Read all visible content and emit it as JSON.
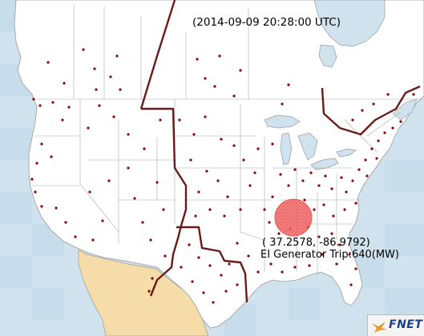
{
  "timestamp": "(2014-09-09 20:28:00 UTC)",
  "event": {
    "coordinates": "( 37.2578, -86.9792)",
    "description": "EI Generator Trip:640(MW)"
  },
  "logo": {
    "text": "FNET"
  },
  "colors": {
    "water": "#cfe2ee",
    "land": "#ffffff",
    "mexico": "#f5dca8",
    "borders": "#9a9a9a",
    "interconnection_lines": "#6b1a1a",
    "monitors": "#8b0000",
    "event_marker": "#ff6666"
  },
  "icons": {
    "logo_mark": "bird-icon"
  }
}
